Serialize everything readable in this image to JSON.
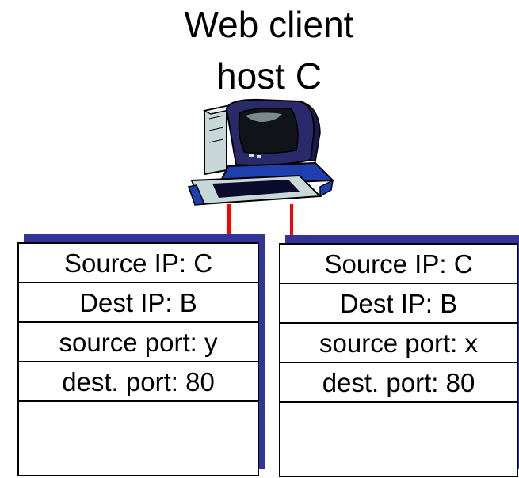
{
  "title": {
    "line1": "Web client",
    "line2": "host C"
  },
  "icon": "desktop-computer-icon",
  "colors": {
    "wire": "#ff0000",
    "packet_shadow": "#333399"
  },
  "packets": [
    {
      "source_ip": "Source IP: C",
      "dest_ip": "Dest IP: B",
      "source_port": "source port: y",
      "dest_port": "dest. port: 80"
    },
    {
      "source_ip": "Source IP: C",
      "dest_ip": "Dest IP: B",
      "source_port": "source port: x",
      "dest_port": "dest. port: 80"
    }
  ]
}
